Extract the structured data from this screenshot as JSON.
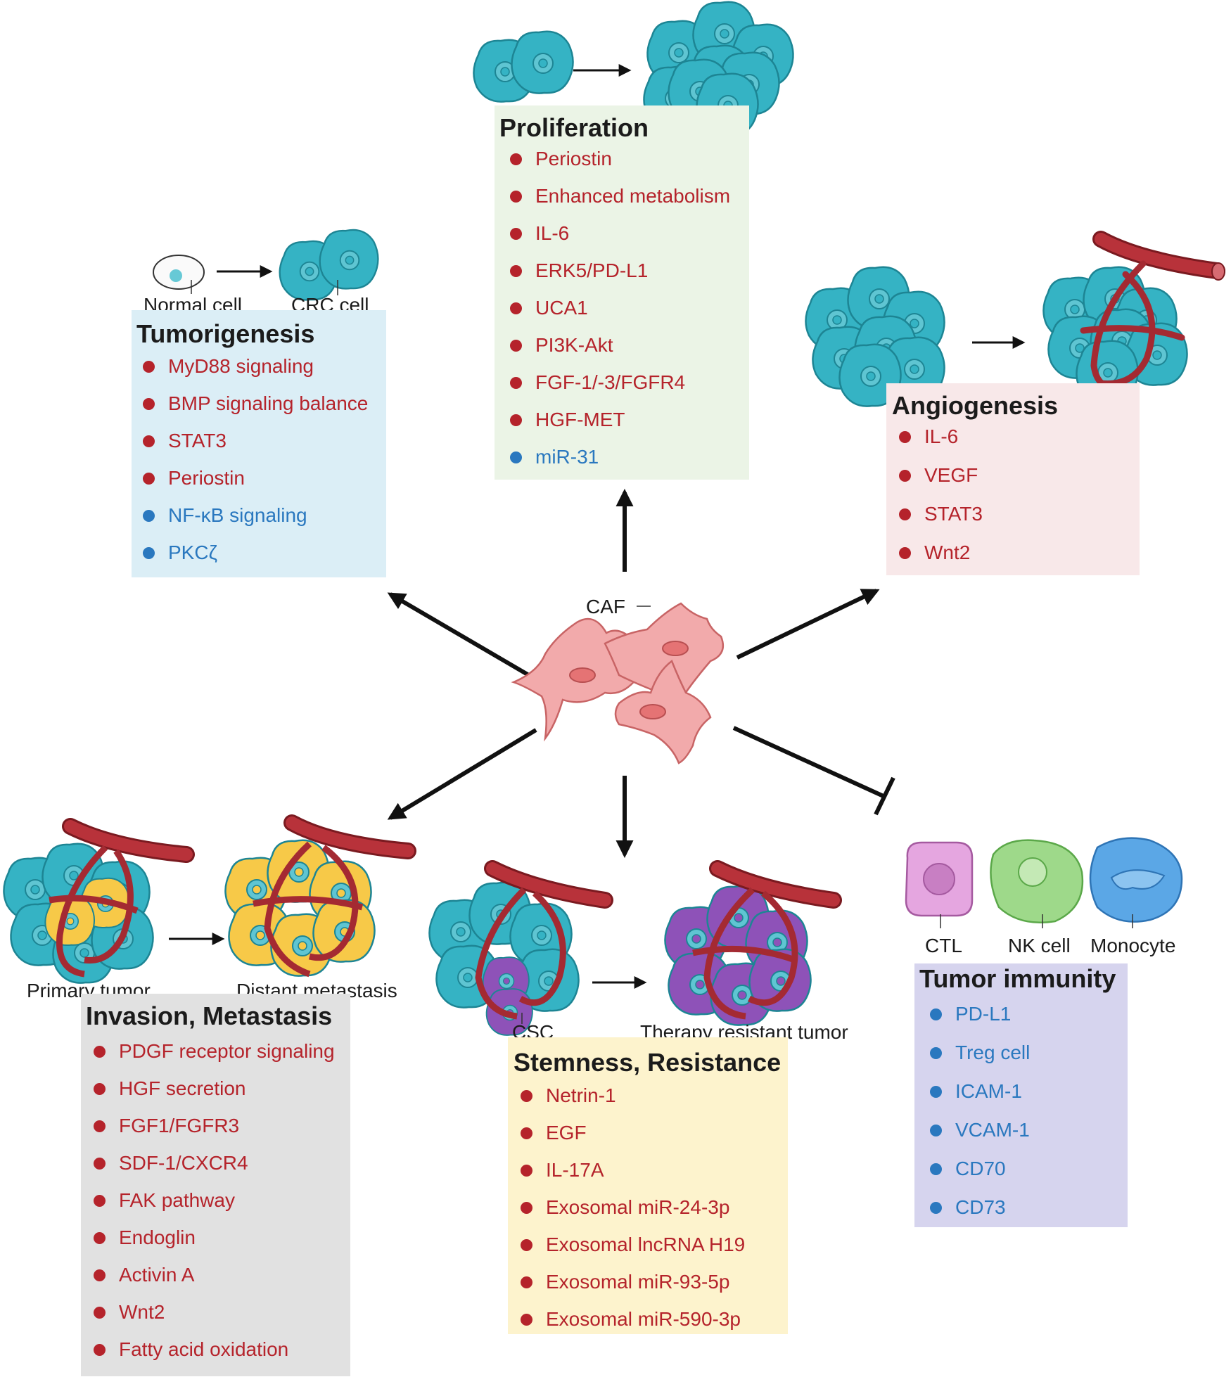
{
  "panels": {
    "tumorigenesis": {
      "title": "Tumorigenesis",
      "items": [
        {
          "label": "MyD88 signaling",
          "color": "red"
        },
        {
          "label": "BMP signaling balance",
          "color": "red"
        },
        {
          "label": "STAT3",
          "color": "red"
        },
        {
          "label": "Periostin",
          "color": "red"
        },
        {
          "label": "NF-κB signaling",
          "color": "blue"
        },
        {
          "label": "PKCζ",
          "color": "blue"
        }
      ]
    },
    "proliferation": {
      "title": "Proliferation",
      "items": [
        {
          "label": "Periostin",
          "color": "red"
        },
        {
          "label": "Enhanced metabolism",
          "color": "red"
        },
        {
          "label": "IL-6",
          "color": "red"
        },
        {
          "label": "ERK5/PD-L1",
          "color": "red"
        },
        {
          "label": "UCA1",
          "color": "red"
        },
        {
          "label": "PI3K-Akt",
          "color": "red"
        },
        {
          "label": "FGF-1/-3/FGFR4",
          "color": "red"
        },
        {
          "label": "HGF-MET",
          "color": "red"
        },
        {
          "label": "miR-31",
          "color": "blue"
        }
      ]
    },
    "angiogenesis": {
      "title": "Angiogenesis",
      "items": [
        {
          "label": "IL-6",
          "color": "red"
        },
        {
          "label": "VEGF",
          "color": "red"
        },
        {
          "label": "STAT3",
          "color": "red"
        },
        {
          "label": "Wnt2",
          "color": "red"
        }
      ]
    },
    "invasion": {
      "title": "Invasion, Metastasis",
      "items": [
        {
          "label": "PDGF receptor signaling",
          "color": "red"
        },
        {
          "label": "HGF secretion",
          "color": "red"
        },
        {
          "label": "FGF1/FGFR3",
          "color": "red"
        },
        {
          "label": "SDF-1/CXCR4",
          "color": "red"
        },
        {
          "label": "FAK pathway",
          "color": "red"
        },
        {
          "label": "Endoglin",
          "color": "red"
        },
        {
          "label": "Activin A",
          "color": "red"
        },
        {
          "label": "Wnt2",
          "color": "red"
        },
        {
          "label": "Fatty acid oxidation",
          "color": "red"
        }
      ]
    },
    "stemness": {
      "title": "Stemness, Resistance",
      "items": [
        {
          "label": "Netrin-1",
          "color": "red"
        },
        {
          "label": "EGF",
          "color": "red"
        },
        {
          "label": "IL-17A",
          "color": "red"
        },
        {
          "label": "Exosomal miR-24-3p",
          "color": "red"
        },
        {
          "label": "Exosomal lncRNA H19",
          "color": "red"
        },
        {
          "label": "Exosomal miR-93-5p",
          "color": "red"
        },
        {
          "label": "Exosomal miR-590-3p",
          "color": "red"
        }
      ]
    },
    "immunity": {
      "title": "Tumor immunity",
      "items": [
        {
          "label": "PD-L1",
          "color": "blue"
        },
        {
          "label": "Treg cell",
          "color": "blue"
        },
        {
          "label": "ICAM-1",
          "color": "blue"
        },
        {
          "label": "VCAM-1",
          "color": "blue"
        },
        {
          "label": "CD70",
          "color": "blue"
        },
        {
          "label": "CD73",
          "color": "blue"
        }
      ]
    }
  },
  "labels": {
    "normal_cell": "Normal cell",
    "crc_cell": "CRC cell",
    "caf": "CAF",
    "primary_tumor": "Primary tumor",
    "distant_metastasis": "Distant metastasis",
    "csc": "CSC",
    "therapy_resistant_tumor": "Therapy resistant tumor",
    "ctl": "CTL",
    "nk_cell": "NK cell",
    "monocyte": "Monocyte"
  },
  "colors": {
    "red_text": "#b5232b",
    "blue_text": "#2a78bf",
    "tumor_cell": "#35b3c4",
    "metastasis_cell": "#f7c948",
    "resistant_cell": "#8e52b8",
    "caf_cell": "#f2aaab",
    "vessel": "#b8323a"
  }
}
